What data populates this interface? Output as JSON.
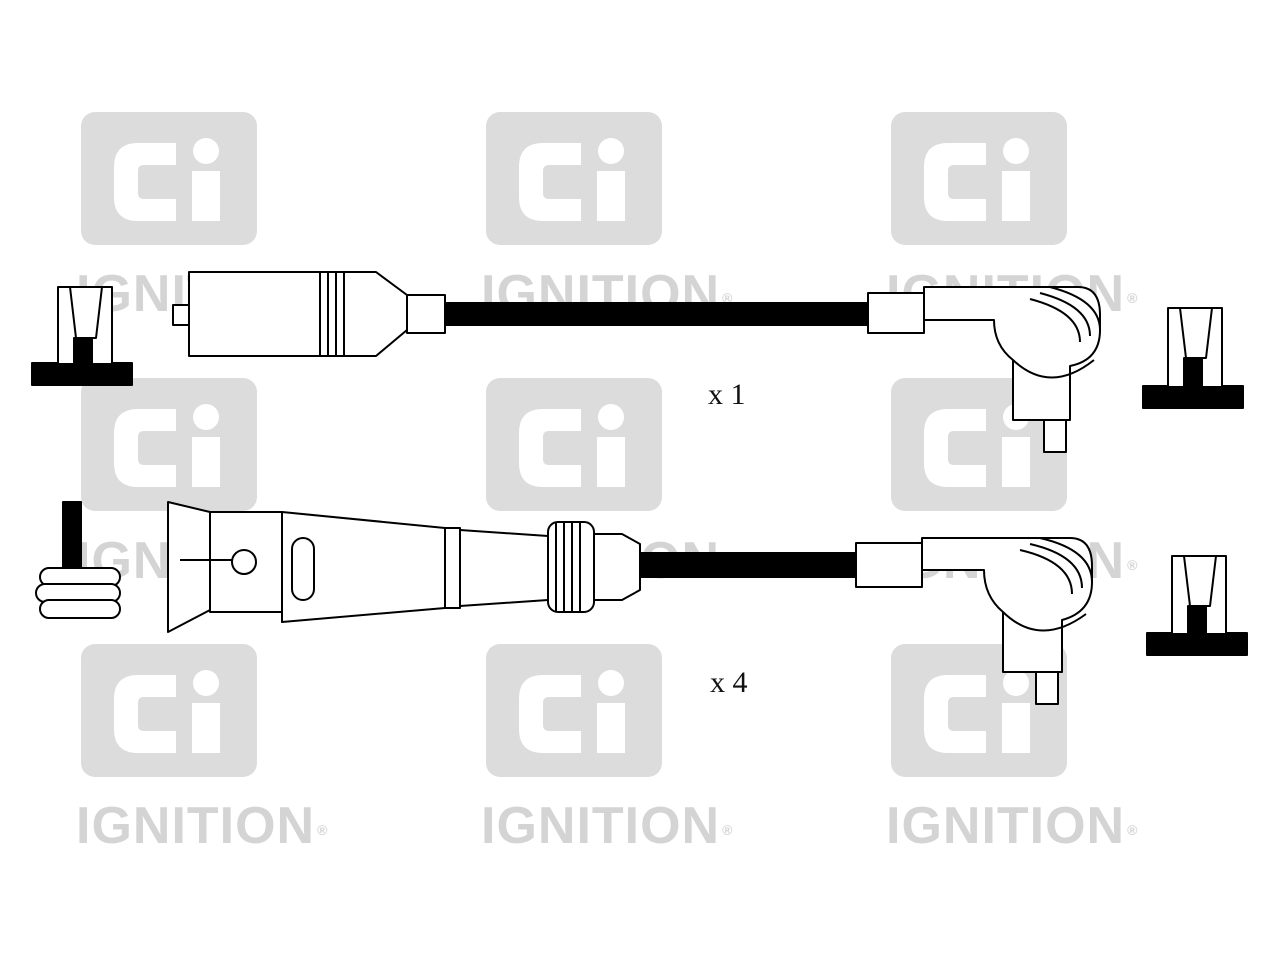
{
  "watermark": {
    "logo_text": "Ci",
    "brand_text": "IGNITION",
    "registered_mark": "®",
    "color": "#d4d4d4",
    "logo_bg_color": "#dcdcdc",
    "logo_glyph_color": "#ffffff"
  },
  "diagram": {
    "line_color": "#000000",
    "part_fill": "#ffffff",
    "lead_upper": {
      "quantity_label": "x 1"
    },
    "lead_lower": {
      "quantity_label": "x 4"
    }
  }
}
